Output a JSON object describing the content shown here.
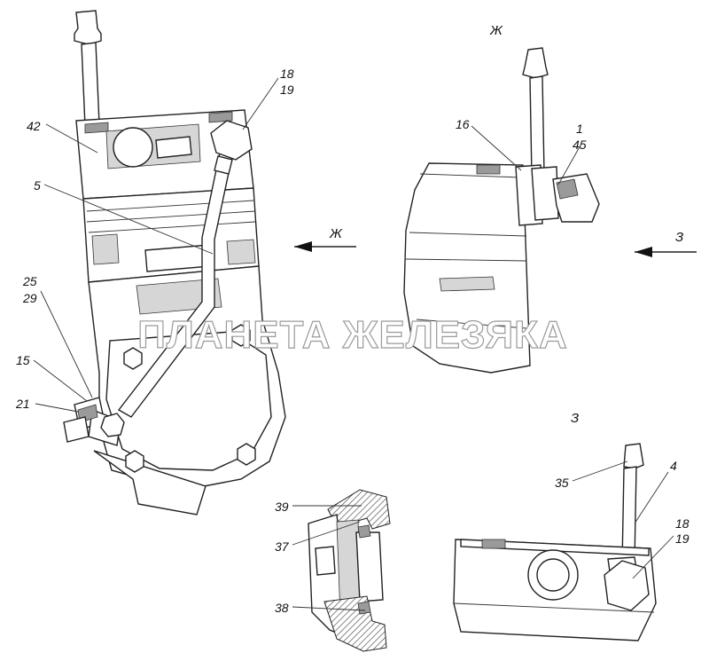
{
  "watermark": "ПЛАНЕТА ЖЕЛЕЗЯКА",
  "view_labels": {
    "zh_top": "Ж",
    "zh_arrow": "Ж",
    "z_arrow": "З",
    "z_view": "З"
  },
  "callouts": {
    "c42": "42",
    "c18a": "18",
    "c19a": "19",
    "c5": "5",
    "c25": "25",
    "c29": "29",
    "c15": "15",
    "c21": "21",
    "c16": "16",
    "c1": "1",
    "c45": "45",
    "c39": "39",
    "c37": "37",
    "c38": "38",
    "c35": "35",
    "c4": "4",
    "c18b": "18",
    "c19b": "19"
  }
}
